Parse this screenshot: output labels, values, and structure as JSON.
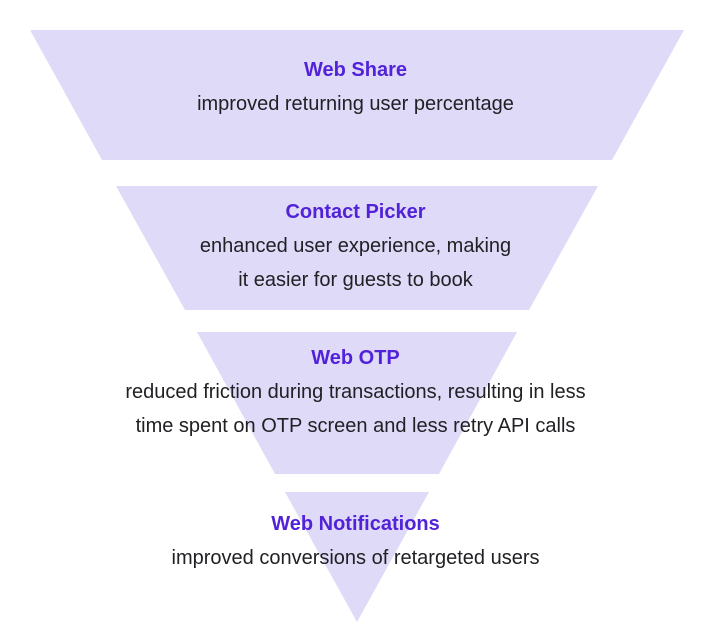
{
  "colors": {
    "background": "#ffffff",
    "segment_fill": "#dfdaf8",
    "title_text": "#5222d9",
    "body_text": "#202124"
  },
  "funnel": {
    "type": "inverted-pyramid-funnel",
    "segments": [
      {
        "title": "Web Share",
        "lines": [
          "improved returning user percentage"
        ]
      },
      {
        "title": "Contact Picker",
        "lines": [
          "enhanced user experience, making",
          "it easier for guests to book"
        ]
      },
      {
        "title": "Web OTP",
        "lines": [
          "reduced friction during transactions, resulting in less",
          "time spent on OTP screen and less retry API calls"
        ]
      },
      {
        "title": "Web Notifications",
        "lines": [
          "improved conversions of retargeted users"
        ]
      }
    ]
  }
}
